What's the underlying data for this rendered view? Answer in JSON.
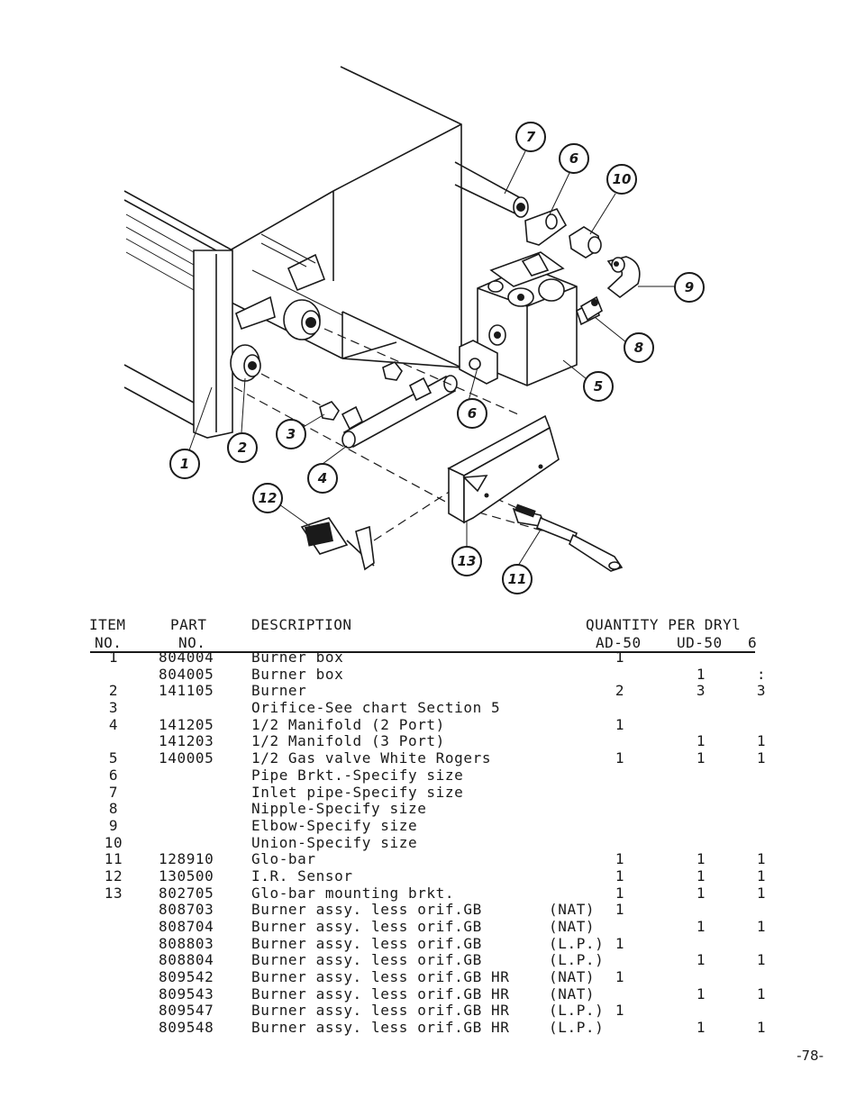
{
  "diagram": {
    "callouts": [
      "7",
      "6",
      "10",
      "9",
      "8",
      "5",
      "6",
      "1",
      "2",
      "3",
      "4",
      "12",
      "13",
      "11"
    ]
  },
  "table": {
    "headers": {
      "item_line1": "ITEM",
      "item_line2": "NO.",
      "part_line1": "PART",
      "part_line2": "NO.",
      "description": "DESCRIPTION",
      "quantity_line1": "QUANTITY PER DRYl",
      "ad50": "AD-50",
      "ud50": "UD-50",
      "col6": "6"
    },
    "rows": [
      {
        "item": "1",
        "part": "804004",
        "desc": "Burner box",
        "gas": "",
        "ad": "1",
        "ud": "",
        "six": ""
      },
      {
        "item": "",
        "part": "804005",
        "desc": "Burner box",
        "gas": "",
        "ad": "",
        "ud": "1",
        "six": ":"
      },
      {
        "item": "2",
        "part": "141105",
        "desc": "Burner",
        "gas": "",
        "ad": "2",
        "ud": "3",
        "six": "3"
      },
      {
        "item": "3",
        "part": "",
        "desc": "Orifice-See chart Section 5",
        "gas": "",
        "ad": "",
        "ud": "",
        "six": ""
      },
      {
        "item": "4",
        "part": "141205",
        "desc": "1/2 Manifold (2 Port)",
        "gas": "",
        "ad": "1",
        "ud": "",
        "six": ""
      },
      {
        "item": "",
        "part": "141203",
        "desc": "1/2 Manifold (3 Port)",
        "gas": "",
        "ad": "",
        "ud": "1",
        "six": "1"
      },
      {
        "item": "5",
        "part": "140005",
        "desc": "1/2 Gas valve White Rogers",
        "gas": "",
        "ad": "1",
        "ud": "1",
        "six": "1"
      },
      {
        "item": "6",
        "part": "",
        "desc": "Pipe Brkt.-Specify size",
        "gas": "",
        "ad": "",
        "ud": "",
        "six": ""
      },
      {
        "item": "7",
        "part": "",
        "desc": "Inlet pipe-Specify size",
        "gas": "",
        "ad": "",
        "ud": "",
        "six": ""
      },
      {
        "item": "8",
        "part": "",
        "desc": "Nipple-Specify size",
        "gas": "",
        "ad": "",
        "ud": "",
        "six": ""
      },
      {
        "item": "9",
        "part": "",
        "desc": "Elbow-Specify size",
        "gas": "",
        "ad": "",
        "ud": "",
        "six": ""
      },
      {
        "item": "10",
        "part": "",
        "desc": "Union-Specify size",
        "gas": "",
        "ad": "",
        "ud": "",
        "six": ""
      },
      {
        "item": "11",
        "part": "128910",
        "desc": "Glo-bar",
        "gas": "",
        "ad": "1",
        "ud": "1",
        "six": "1"
      },
      {
        "item": "12",
        "part": "130500",
        "desc": "I.R. Sensor",
        "gas": "",
        "ad": "1",
        "ud": "1",
        "six": "1"
      },
      {
        "item": "13",
        "part": "802705",
        "desc": "Glo-bar mounting brkt.",
        "gas": "",
        "ad": "1",
        "ud": "1",
        "six": "1"
      },
      {
        "item": "",
        "part": "808703",
        "desc": "Burner assy. less orif.GB",
        "gas": "(NAT)",
        "ad": "1",
        "ud": "",
        "six": ""
      },
      {
        "item": "",
        "part": "808704",
        "desc": "Burner assy. less orif.GB",
        "gas": "(NAT)",
        "ad": "",
        "ud": "1",
        "six": "1"
      },
      {
        "item": "",
        "part": "808803",
        "desc": "Burner assy. less orif.GB",
        "gas": "(L.P.)",
        "ad": "1",
        "ud": "",
        "six": ""
      },
      {
        "item": "",
        "part": "808804",
        "desc": "Burner assy. less orif.GB",
        "gas": "(L.P.)",
        "ad": "",
        "ud": "1",
        "six": "1"
      },
      {
        "item": "",
        "part": "809542",
        "desc": "Burner assy. less orif.GB HR",
        "gas": "(NAT)",
        "ad": "1",
        "ud": "",
        "six": ""
      },
      {
        "item": "",
        "part": "809543",
        "desc": "Burner assy. less orif.GB HR",
        "gas": "(NAT)",
        "ad": "",
        "ud": "1",
        "six": "1"
      },
      {
        "item": "",
        "part": "809547",
        "desc": "Burner assy. less orif.GB HR",
        "gas": "(L.P.)",
        "ad": "1",
        "ud": "",
        "six": ""
      },
      {
        "item": "",
        "part": "809548",
        "desc": "Burner assy. less orif.GB HR",
        "gas": "(L.P.)",
        "ad": "",
        "ud": "1",
        "six": "1"
      }
    ]
  },
  "page_number": "-78-"
}
